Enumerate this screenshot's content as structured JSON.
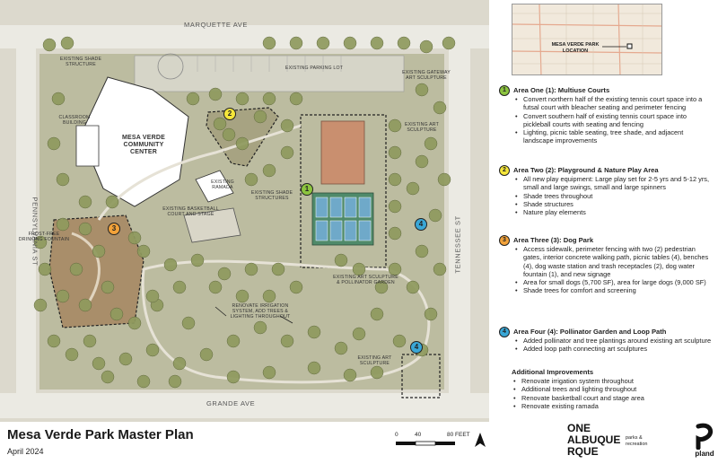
{
  "map": {
    "streets": {
      "north": "MARQUETTE AVE",
      "south": "GRANDE AVE",
      "west": "PENNSYLVANIA ST",
      "east": "TENNESSEE ST"
    },
    "labels": {
      "shade_structure_nw": "EXISTING SHADE STRUCTURE",
      "parking_lot": "EXISTING PARKING LOT",
      "gateway_art": "EXISTING GATEWAY ART SCULPTURE",
      "classroom": "CLASSROOM BUILDING",
      "community_center": "MESA VERDE COMMUNITY CENTER",
      "ramada": "EXISTING RAMADA",
      "shade_structures": "EXISTING SHADE STRUCTURES",
      "basketball": "EXISTING BASKETBALL COURT AND STAGE",
      "art_ne": "EXISTING ART SCULPTURE",
      "fountain": "FROST-FREE DRINKING FOUNTAIN",
      "pollinator": "EXISTING ART SCULPTURE & POLLINATOR GARDEN",
      "irrigation": "RENOVATE IRRIGATION SYSTEM, ADD TREES & LIGHTING THROUGHOUT",
      "art_se": "EXISTING ART SCULPTURE"
    },
    "badges": {
      "one": "1",
      "two": "2",
      "three": "3",
      "four": "4"
    }
  },
  "inset": {
    "location_label": "MESA VERDE PARK LOCATION"
  },
  "areas": [
    {
      "num": "1",
      "title": "Area One (1): Multiuse Courts",
      "items": [
        "Convert northern half of the existing tennis court space into a futsal court with bleacher seating and perimeter fencing",
        "Convert southern half of existing tennis court space into pickleball courts with seating and fencing",
        "Lighting, picnic table seating, tree shade, and adjacent landscape improvements"
      ]
    },
    {
      "num": "2",
      "title": "Area Two (2): Playground  & Nature Play Area",
      "items": [
        "All new play equipment: Large play set for 2-5 yrs and 5-12 yrs, small and large swings, small and large spinners",
        "Shade trees throughout",
        "Shade structures",
        "Nature play elements"
      ]
    },
    {
      "num": "3",
      "title": "Area Three (3): Dog Park",
      "items": [
        "Access sidewalk, perimeter fencing with two (2) pedestrian gates, interior concrete walking path, picnic tables (4), benches (4), dog waste station and trash receptacles (2), dog water fountain (1), and new signage",
        "Area for small dogs (5,700 SF), area for large dogs (9,000 SF)",
        "Shade trees for comfort and screening"
      ]
    },
    {
      "num": "4",
      "title": "Area Four (4): Pollinator Garden and Loop Path",
      "items": [
        "Added pollinator and tree plantings around existing art sculpture",
        "Added loop path connecting art sculptures"
      ]
    }
  ],
  "additional": {
    "title": "Additional Improvements",
    "items": [
      "Renovate irrigation system throughout",
      "Additional trees and lighting throughout",
      "Renovate basketball court and stage area",
      "Renovate existing ramada"
    ]
  },
  "footer": {
    "title": "Mesa Verde Park Master Plan",
    "date": "April 2024",
    "scale": {
      "zero": "0",
      "mid": "40",
      "end": "80 FEET"
    },
    "abq_lines": [
      "ONE",
      "ALBUQUE",
      "RQUE"
    ],
    "abq_sub": "parks & recreation",
    "pland": "pland"
  },
  "colors": {
    "area_one": "#8cc43f",
    "area_two": "#f5e63a",
    "area_three": "#f2a23a",
    "area_four": "#3aa7d6",
    "turf": "#b7b89a",
    "tree": "#8f9a5e",
    "court_futsal": "#c98f6f",
    "court_pickle": "#4f8a6a"
  }
}
